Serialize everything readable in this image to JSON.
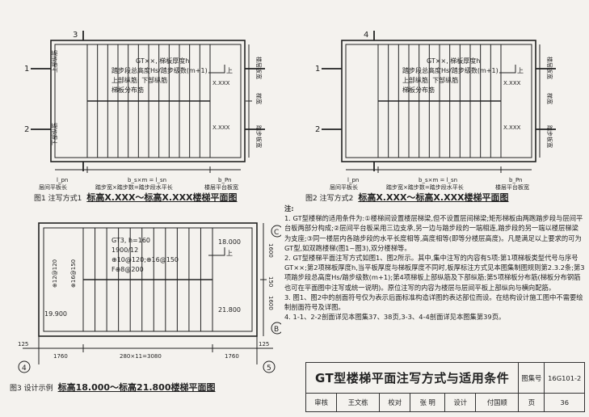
{
  "fig1": {
    "caption_prefix": "图1 注写方式1",
    "caption_main": "标高X.XXX～标高X.XXX楼梯平面图",
    "axis_top": "3",
    "axis_row1": "1",
    "axis_row2": "2",
    "note_lines": [
      "GT××, 梯板厚度h",
      "踏步段总高度Hs/踏步级数(m+1)",
      "上部纵筋; 下部纵筋",
      "梯板分布筋"
    ],
    "landing_left_top": "上部纵筋",
    "landing_left_bot": "下部纵筋",
    "up_label": "上",
    "elev_a": "X.XXX",
    "elev_b": "X.XXX",
    "dims_bottom": [
      "l_pn",
      "b_s×m = l_sn",
      "b_Pn"
    ],
    "labels_bottom": [
      "层间平板长",
      "踏步宽×踏步数=踏步段水平长",
      "楼层平台板宽"
    ],
    "dims_right": [
      "楼层板宽",
      "梯宽",
      "踏步板宽"
    ]
  },
  "fig2": {
    "caption_prefix": "图2 注写方式2",
    "caption_main": "标高X.XXX～标高X.XXX楼梯平面图",
    "axis_top": "4",
    "axis_row1": "1",
    "axis_row2": "2",
    "note_lines": [
      "GT××, 梯板厚度h",
      "踏步段总高度Hs/踏步级数(m+1)",
      "上部纵筋; 下部纵筋",
      "梯板分布筋"
    ],
    "up_label": "上",
    "elev_a": "X.XXX",
    "elev_b": "X.XXX",
    "dims_bottom": [
      "l_pn",
      "b_s×m = l_sn",
      "b_Pn"
    ],
    "labels_bottom": [
      "层间平板长",
      "踏步宽×踏步数=踏步段水平长",
      "楼层平台板宽"
    ],
    "dims_right": [
      "楼层板宽",
      "梯宽",
      "踏步板宽"
    ]
  },
  "fig3": {
    "caption_prefix": "图3 设计示例",
    "caption_main": "标高18.000～标高21.800楼梯平面图",
    "note_lines": [
      "GT3, h=160",
      "1900/12",
      "⊕10@120;⊕16@150",
      "F⊕8@200"
    ],
    "left_vert_a": "⊕12@120",
    "left_vert_b": "⊕16@150",
    "elev_left": "19.900",
    "elev_top": "18.000",
    "elev_bot": "21.800",
    "up_label": "上",
    "axis_c": "C",
    "axis_b": "B",
    "axis_4": "4",
    "axis_5": "5",
    "right_dims": [
      "1600",
      "150",
      "1600"
    ],
    "bottom_dims": [
      "125",
      "1760",
      "280×11=3080",
      "1760",
      "125"
    ]
  },
  "notes": {
    "title": "注:",
    "items": [
      "1. GT型楼梯的适用条件为:①楼梯间设置楼层梯梁,但不设置层间梯梁;矩形梯板由两跑踏步段与层间平台板两部分构成;②层间平台板采用三边支承,另一边与踏步段的一端相连,踏步段的另一端以楼层梯梁为支座;③同一楼层内各踏步段的水平长度相等,高度相等(即等分楼层高度)。凡是满足以上要求的可为GT型,如双跑楼梯(图1~图3),双分楼梯等。",
      "2. GT型楼梯平面注写方式如图1、图2所示。其中,集中注写的内容有5项:第1项梯板类型代号与序号GT××;第2项梯板厚度h,当平板厚度与梯板厚度不同时,板厚标注方式见本图集制图规则第2.3.2条;第3项踏步段总高度Hs/踏步级数(m+1);第4项梯板上部纵筋及下部纵筋;第5项梯板分布筋(梯板分布钢筋也可在平面图中注写或统一说明)。原位注写的内容为楼层与层间平板上部纵向与横向配筋。",
      "3. 图1、图2中的剖面符号仅为表示后面标准构造详图的表达部位而设。在结构设计施工图中不需要绘制剖面符号及详图。",
      "4. 1-1、2-2剖面详见本图集37、38页,3-3、4-4剖面详见本图集第39页。"
    ]
  },
  "titleblock": {
    "title": "GT型楼梯平面注写方式与适用条件",
    "atlas_label": "图集号",
    "atlas_no": "16G101-2",
    "review_label": "审核",
    "reviewer": "王文栋",
    "reviewer_sig": "王文栋",
    "check_label": "校对",
    "checker": "张 明",
    "checker_sig": "张明",
    "design_label": "设计",
    "designer": "付国顺",
    "designer_sig": "付国顺",
    "page_label": "页",
    "page_no": "36"
  }
}
